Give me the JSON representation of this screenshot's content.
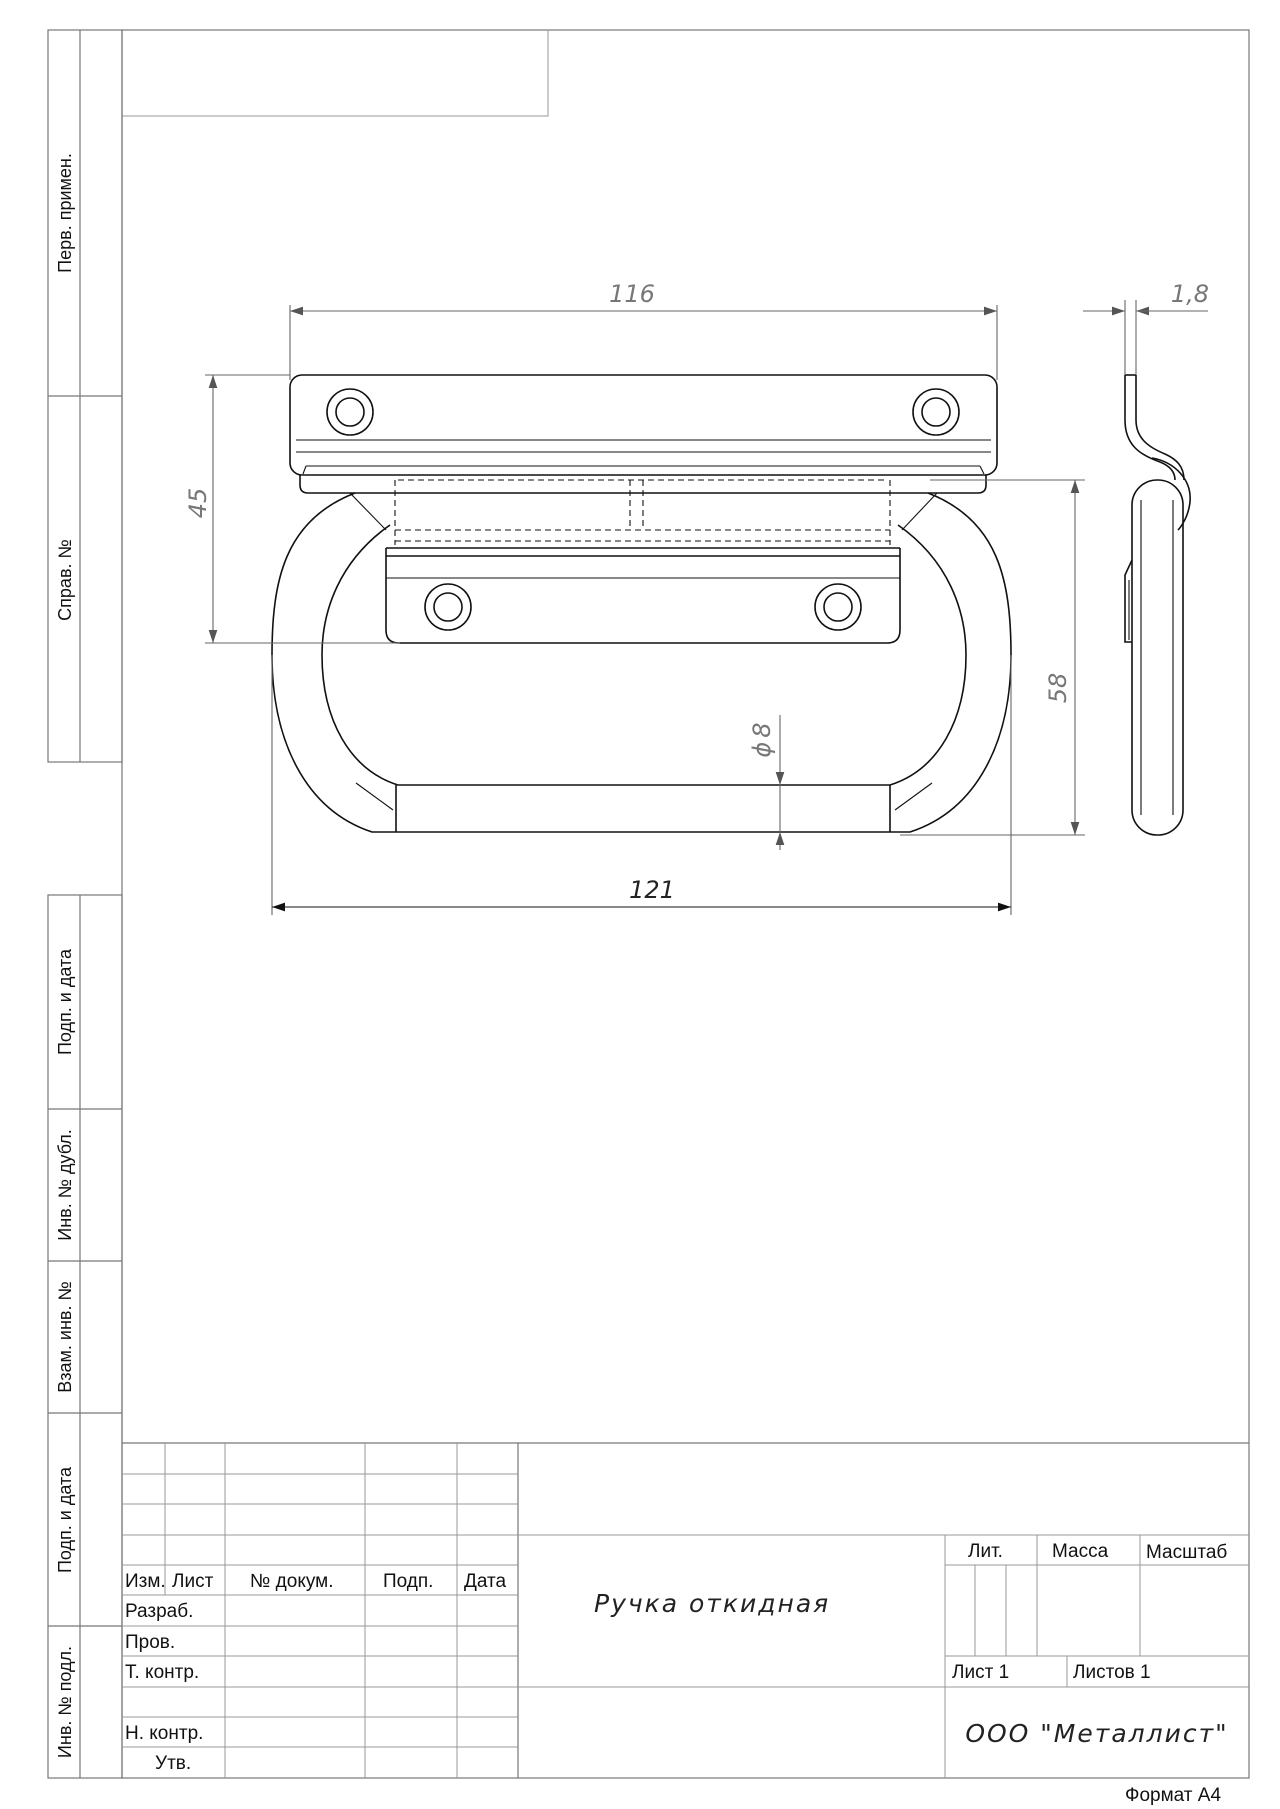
{
  "side_stamps": {
    "perv_primen": "Перв. примен.",
    "sprav_no": "Справ. №",
    "podp_data_1": "Подп. и дата",
    "inv_no_dubl": "Инв. № дубл.",
    "vzam_inv_no": "Взам. инв. №",
    "podp_data_2": "Подп. и дата",
    "inv_no_podl": "Инв. № подл."
  },
  "dimensions": {
    "top_width": "116",
    "thickness": "1,8",
    "left_height": "45",
    "right_height": "58",
    "diameter_symbol": "ϕ",
    "diameter_value": "8",
    "overall_width": "121"
  },
  "title_block": {
    "headers": {
      "izm": "Изм.",
      "list": "Лист",
      "no_dokum": "№ докум.",
      "podp": "Подп.",
      "data": "Дата"
    },
    "roles": {
      "razrab": "Разраб.",
      "prov": "Пров.",
      "t_kontr": "Т. контр.",
      "n_kontr": "Н. контр.",
      "utv": "Утв."
    },
    "part_name": "Ручка откидная",
    "lit": "Лит.",
    "massa": "Масса",
    "masshtab": "Масштаб",
    "sheet": "Лист 1",
    "sheets": "Листов 1",
    "company": "ООО \"Металлист\""
  },
  "format": "Формат А4"
}
